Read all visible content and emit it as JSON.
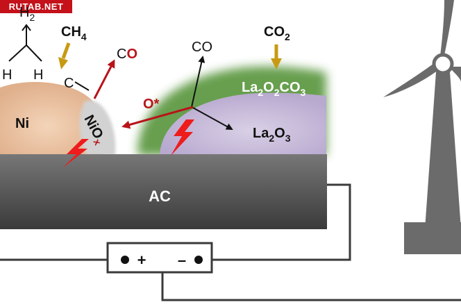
{
  "watermark": "RUTAB.NET",
  "labels": {
    "h2": "H",
    "h2_sub": "2",
    "h_left": "H",
    "h_right": "H",
    "ch4_base": "CH",
    "ch4_sub": "4",
    "carbon": "C",
    "co_red_c": "C",
    "co_red_o": "O",
    "co_top": "CO",
    "co2_base": "CO",
    "co2_sub": "2",
    "la2o2co3": [
      "La",
      "2",
      "O",
      "2",
      "CO",
      "3"
    ],
    "la2o3": [
      "La",
      "2",
      "O",
      "3"
    ],
    "ni": "Ni",
    "niox_base": "NiO",
    "niox_sub": "x",
    "o_star": "O*",
    "ac": "AC",
    "plus": "+",
    "minus": "–"
  },
  "colors": {
    "ni_particle": "#ecc6a6",
    "niox_cap": "#d4d4d4",
    "la2o3_particle": "#cbc0dc",
    "la2o2co3_shell": "#5e9a45",
    "ac_support": "#5a5a5a",
    "accent_red": "#b8141a",
    "spark_red": "#ee1c1c",
    "gold_arrow": "#c89a14",
    "turbine_gray": "#6b6b6b"
  },
  "icons": [
    "lightning-icon",
    "wind-turbine-icon",
    "power-supply-icon",
    "gold-arrow-icon"
  ]
}
